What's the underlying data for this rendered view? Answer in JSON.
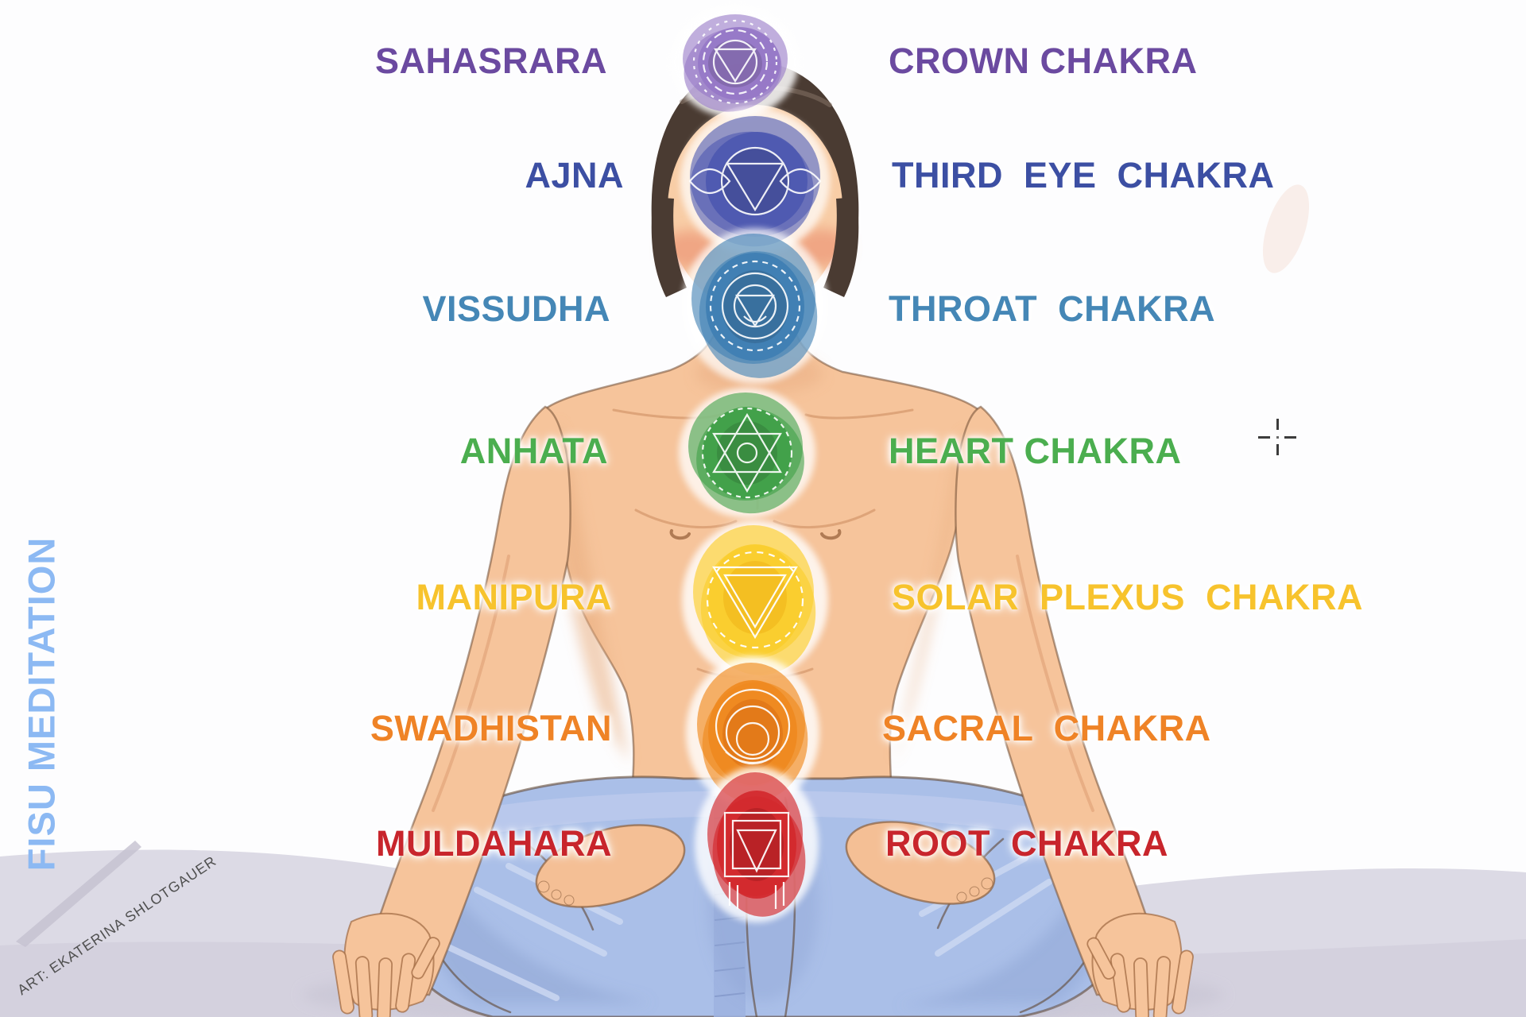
{
  "brand": {
    "name": "FISU MEDITATION",
    "color": "#8cb9f3"
  },
  "credit": {
    "text": "ART: EKATERINA SHLOTGAUER",
    "color": "#4f4f4f"
  },
  "chakras": [
    {
      "id": "crown",
      "sanskrit": "SAHASRARA",
      "english": "CROWN CHAKRA",
      "label_color": "#6b4aa0",
      "blob_color": "#9678c6"
    },
    {
      "id": "third-eye",
      "sanskrit": "AJNA",
      "english": "THIRD  EYE  CHAKRA",
      "label_color": "#3c4fa3",
      "blob_color": "#4d58b0"
    },
    {
      "id": "throat",
      "sanskrit": "VISSUDHA",
      "english": "THROAT  CHAKRA",
      "label_color": "#4587b6",
      "blob_color": "#3e7eb3"
    },
    {
      "id": "heart",
      "sanskrit": "ANHATA",
      "english": "HEART CHAKRA",
      "label_color": "#4bae4f",
      "blob_color": "#3fa047"
    },
    {
      "id": "solar-plexus",
      "sanskrit": "MANIPURA",
      "english": "SOLAR  PLEXUS  CHAKRA",
      "label_color": "#f7c32d",
      "blob_color": "#fbce2d"
    },
    {
      "id": "sacral",
      "sanskrit": "SWADHISTAN",
      "english": "SACRAL  CHAKRA",
      "label_color": "#ef8326",
      "blob_color": "#f08a1f"
    },
    {
      "id": "root",
      "sanskrit": "MULDAHARA",
      "english": "ROOT  CHAKRA",
      "label_color": "#c8252c",
      "blob_color": "#d3282c"
    }
  ],
  "cursor": {
    "shape": "crosshair"
  }
}
